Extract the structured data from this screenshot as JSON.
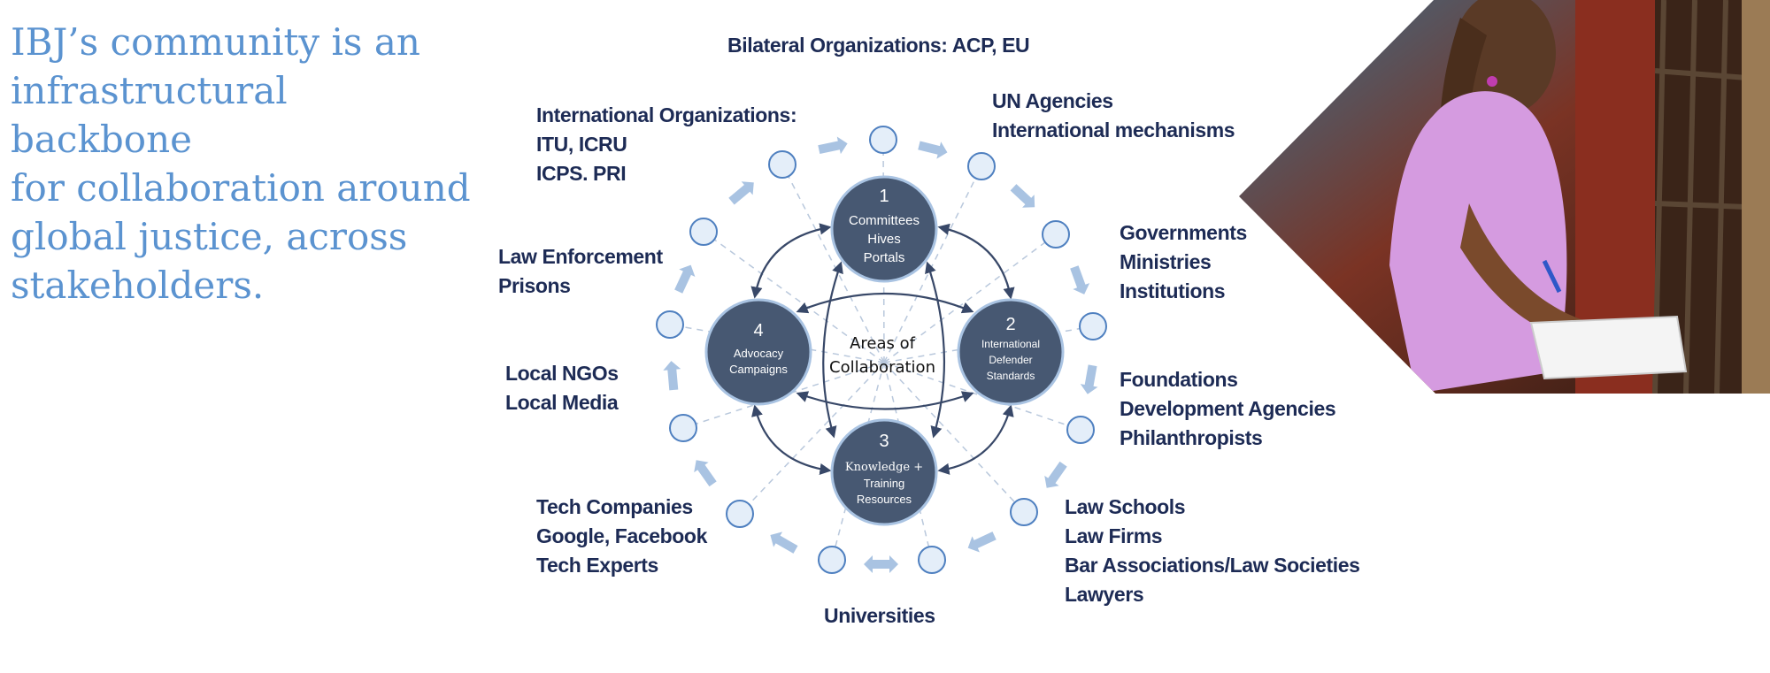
{
  "headline": "IBJ’s community is an\ninfrastructural backbone\nfor collaboration around\nglobal justice, across\nstakeholders.",
  "center_label": [
    "Areas of",
    "Collaboration"
  ],
  "hubs": [
    {
      "number": "1",
      "lines": [
        "Committees",
        "Hives",
        "Portals"
      ]
    },
    {
      "number": "2",
      "lines": [
        "International",
        "Defender",
        "Standards"
      ]
    },
    {
      "number": "3",
      "lines": [
        "Knowledge +",
        "Training",
        "Resources"
      ]
    },
    {
      "number": "4",
      "lines": [
        "Advocacy",
        "Campaigns"
      ]
    }
  ],
  "stakeholders": {
    "bilateral": [
      "Bilateral Organizations: ACP, EU"
    ],
    "international_orgs": [
      "International Organizations:",
      "ITU, ICRU",
      "ICPS. PRI"
    ],
    "un_agencies": [
      "UN Agencies",
      "International mechanisms"
    ],
    "governments": [
      "Governments",
      "Ministries",
      "Institutions"
    ],
    "law_enforcement": [
      "Law Enforcement",
      "Prisons"
    ],
    "local_ngos": [
      "Local NGOs",
      "Local Media"
    ],
    "foundations": [
      "Foundations",
      "Development Agencies",
      "Philanthropists"
    ],
    "tech": [
      "Tech Companies",
      "Google, Facebook",
      "Tech Experts"
    ],
    "law_schools": [
      "Law Schools",
      "Law Firms",
      "Bar Associations/Law Societies",
      "Lawyers"
    ],
    "universities": [
      "Universities"
    ]
  },
  "colors": {
    "headline": "#5b93d0",
    "label_text": "#1d2b55",
    "hub_fill": "#475872",
    "hub_stroke": "#a9c3e2",
    "ring_node_fill": "#e4eef9",
    "ring_node_stroke": "#4f80c0",
    "ring_arrow": "#a9c3e2",
    "connector": "#384868"
  }
}
